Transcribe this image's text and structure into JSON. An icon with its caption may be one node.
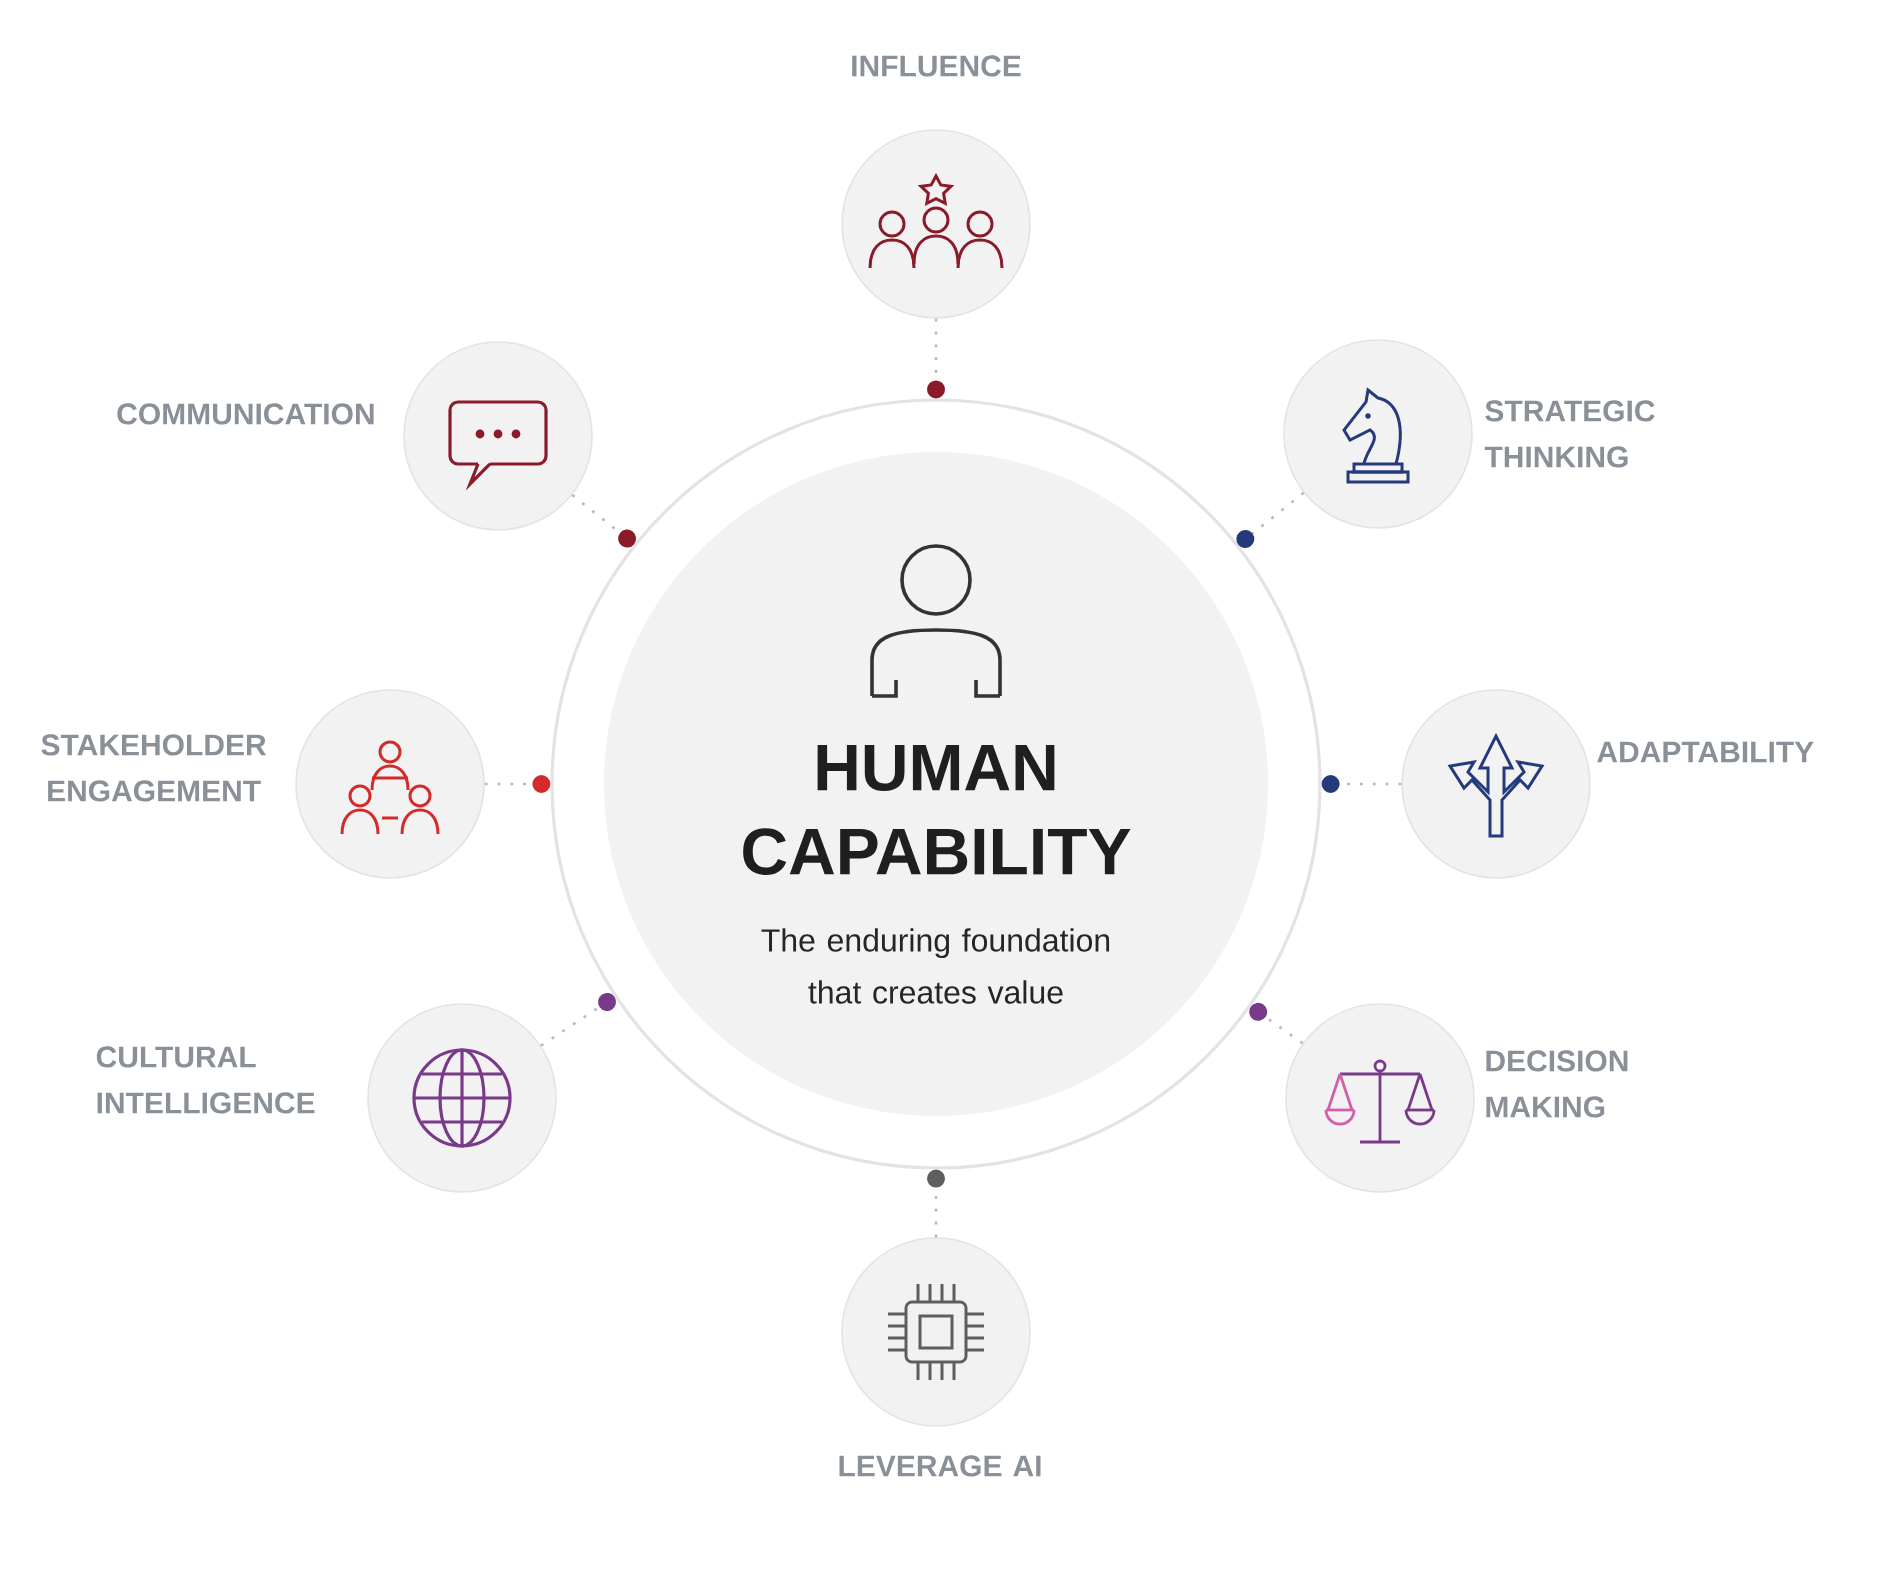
{
  "diagram": {
    "nodes": [
      {
        "text": [
          "HUMAN CAPABILITY",
          "The enduring foundation that creates value"
        ]
      },
      {
        "text": [
          "INFLUENCE"
        ]
      },
      {
        "text": [
          "COMMUNICATION"
        ]
      },
      {
        "text": [
          "STRATEGIC THINKING"
        ]
      },
      {
        "text": [
          "STAKEHOLDER ENGAGEMENT"
        ]
      },
      {
        "text": [
          "ADAPTABILITY"
        ]
      },
      {
        "text": [
          "CULTURAL INTELLIGENCE"
        ]
      },
      {
        "text": [
          "DECISION MAKING"
        ]
      },
      {
        "text": [
          "LEVERAGE AI"
        ]
      }
    ],
    "edges": [
      {
        "from": 1,
        "to": 0,
        "arrow": "other",
        "style": "dashed"
      },
      {
        "from": 2,
        "to": 0,
        "arrow": "other",
        "style": "dashed"
      },
      {
        "from": 3,
        "to": 0,
        "arrow": "other",
        "style": "dashed"
      },
      {
        "from": 4,
        "to": 0,
        "arrow": "other",
        "style": "dashed"
      },
      {
        "from": 5,
        "to": 0,
        "arrow": "other",
        "style": "dashed"
      },
      {
        "from": 6,
        "to": 0,
        "arrow": "other",
        "style": "dashed"
      },
      {
        "from": 7,
        "to": 0,
        "arrow": "other",
        "style": "dashed"
      },
      {
        "from": 8,
        "to": 0,
        "arrow": "other",
        "style": "dashed"
      }
    ]
  }
}
